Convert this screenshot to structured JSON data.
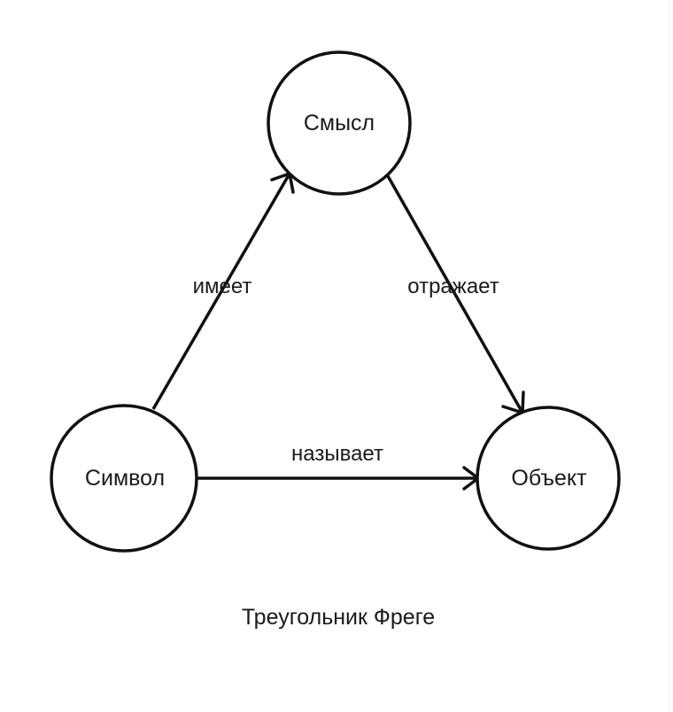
{
  "diagram": {
    "caption": "Треугольник Фреге",
    "nodes": {
      "sense": "Смысл",
      "symbol": "Символ",
      "object": "Объект"
    },
    "edges": {
      "symbol_to_sense": "имеет",
      "sense_to_object": "отражает",
      "symbol_to_object": "называет"
    }
  }
}
